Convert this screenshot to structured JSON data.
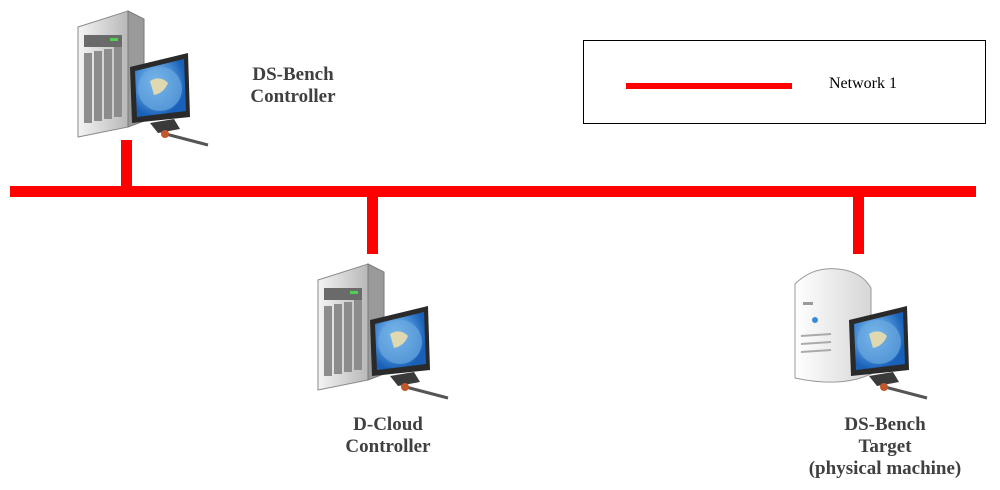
{
  "colors": {
    "network": "#ff0000",
    "label": "#404040"
  },
  "legend": {
    "label": "Network 1"
  },
  "nodes": [
    {
      "id": "dsbench-controller",
      "icon": "server-workstation-icon",
      "label_lines": [
        "DS-Bench",
        "Controller"
      ]
    },
    {
      "id": "dcloud-controller",
      "icon": "server-workstation-icon",
      "label_lines": [
        "D-Cloud",
        "Controller"
      ]
    },
    {
      "id": "dsbench-target",
      "icon": "server-workstation-white-icon",
      "label_lines": [
        "DS-Bench",
        "Target",
        "(physical machine)"
      ]
    }
  ]
}
